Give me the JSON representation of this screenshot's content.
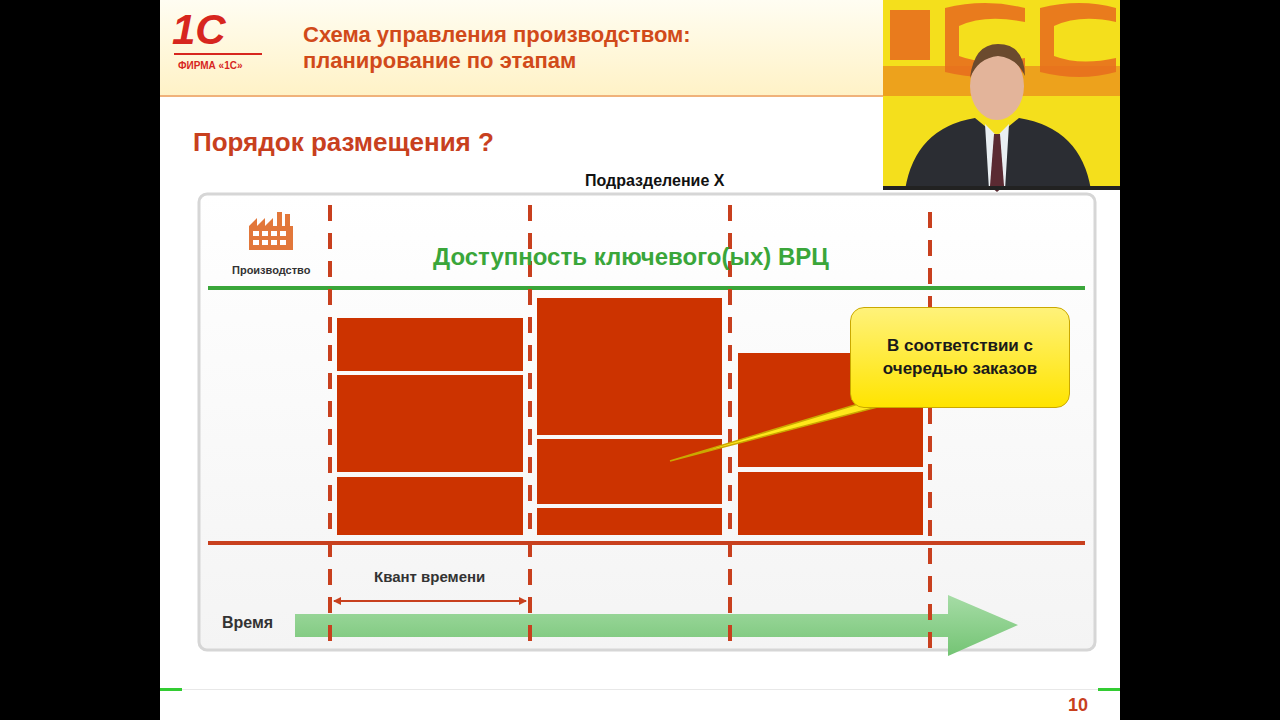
{
  "diagram": {
    "title": "Схема управления производством: планирование по этапам",
    "nodes": [
      {
        "text": [
          "В соответствии с очередью заказов"
        ]
      }
    ],
    "labels": [
      "1С",
      "ФИРМА «1С»",
      "Порядок размещения ?",
      "Подразделение Х",
      "Производство",
      "Доступность ключевого(ых) ВРЦ",
      "Квант времени",
      "Время",
      "10"
    ]
  }
}
